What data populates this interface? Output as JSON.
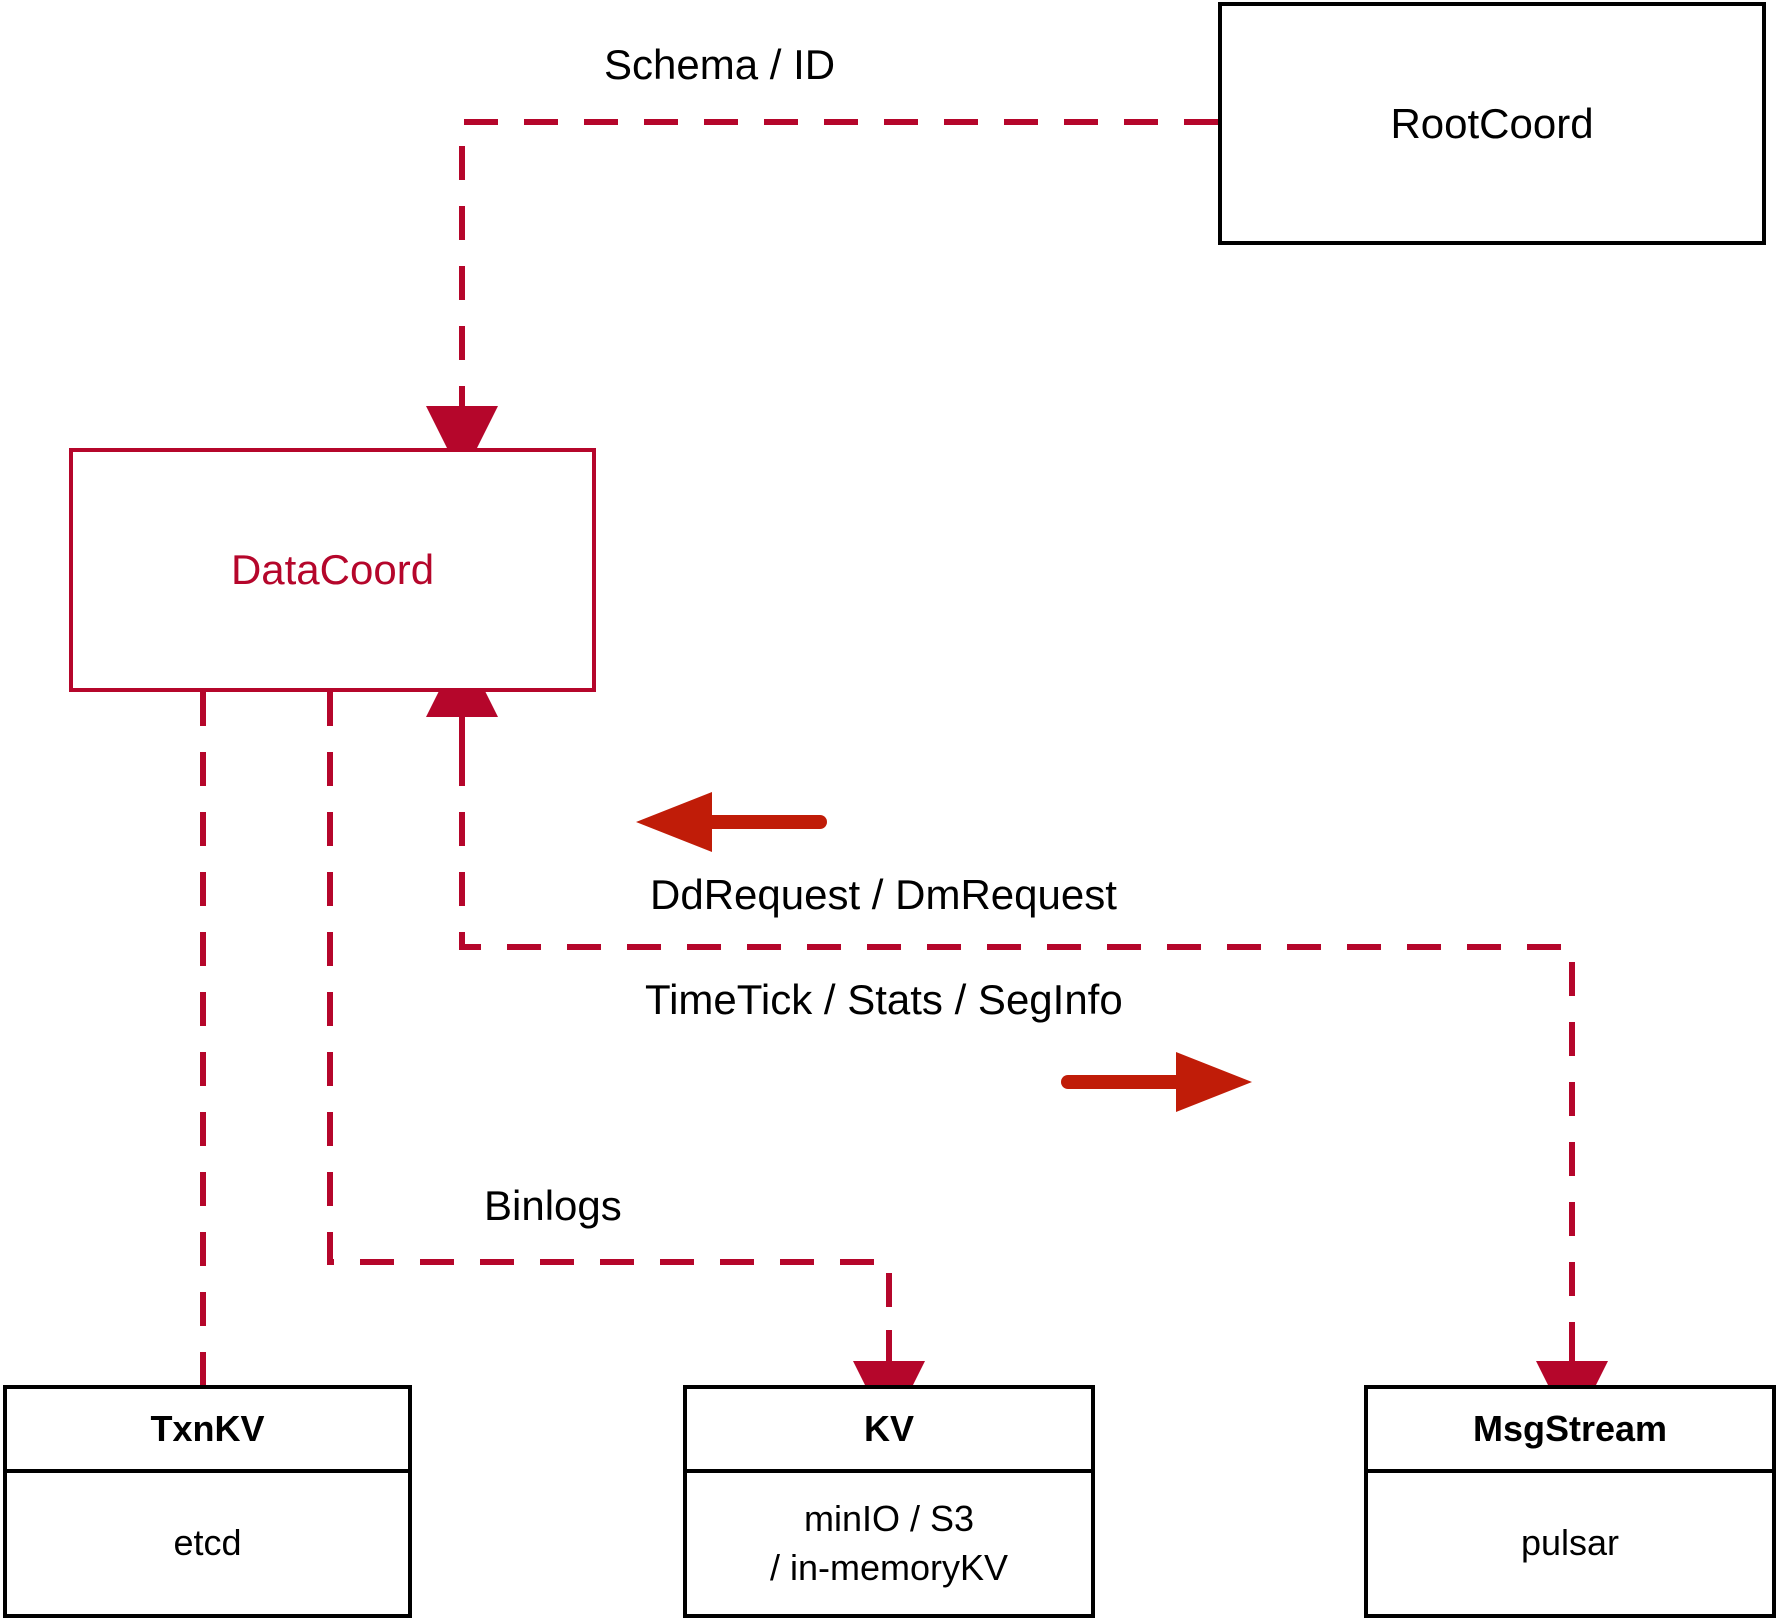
{
  "diagram": {
    "title_colors": {
      "dashed_edge": "#b5062b",
      "solid_arrow": "#c01c08",
      "datacoord_stroke": "#b5062b",
      "datacoord_text": "#b5062b",
      "default_stroke": "#000000",
      "background": "#ffffff"
    },
    "nodes": {
      "rootcoord": {
        "label": "RootCoord"
      },
      "datacoord": {
        "label": "DataCoord"
      },
      "txnkv": {
        "title": "TxnKV",
        "body_line1": "etcd"
      },
      "kv": {
        "title": "KV",
        "body_line1": "minIO / S3",
        "body_line2": "/ in-memoryKV"
      },
      "msgstream": {
        "title": "MsgStream",
        "body_line1": "pulsar"
      }
    },
    "edge_labels": {
      "schema_id": "Schema / ID",
      "dd_dm_request": "DdRequest / DmRequest",
      "timetick_stats_seginfo": "TimeTick / Stats / SegInfo",
      "binlogs": "Binlogs"
    }
  }
}
